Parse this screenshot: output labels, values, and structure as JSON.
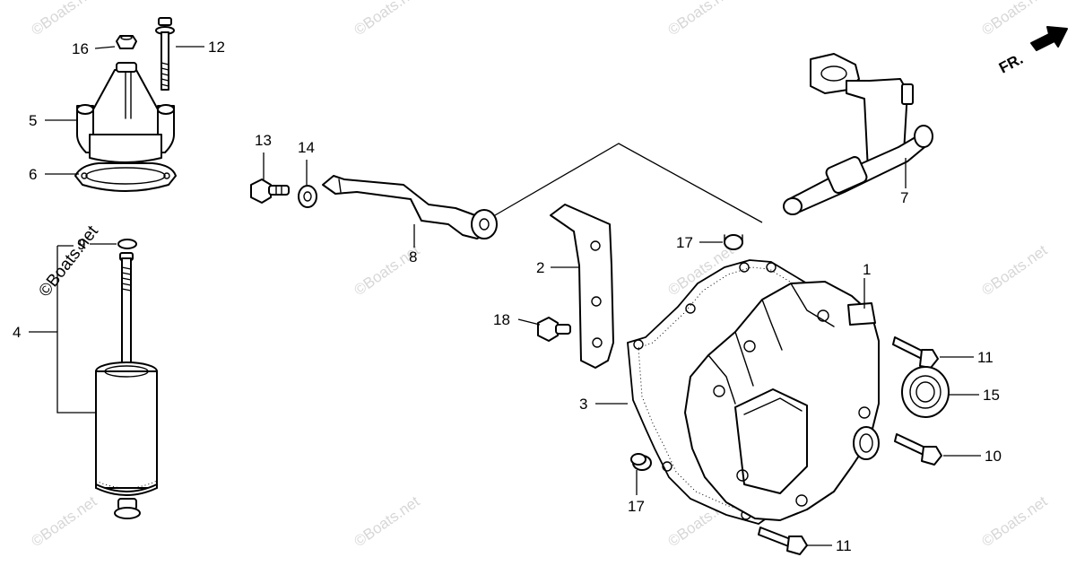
{
  "watermark": "©Boats.net",
  "direction_label": "FR.",
  "callouts": {
    "c1": "1",
    "c2": "2",
    "c3": "3",
    "c4": "4",
    "c5": "5",
    "c6": "6",
    "c7": "7",
    "c8": "8",
    "c9": "9",
    "c10": "10",
    "c11a": "11",
    "c11b": "11",
    "c12": "12",
    "c13": "13",
    "c14": "14",
    "c15": "15",
    "c16": "16",
    "c17a": "17",
    "c17b": "17",
    "c18": "18"
  },
  "icons": [
    "front-direction-arrow-icon"
  ]
}
